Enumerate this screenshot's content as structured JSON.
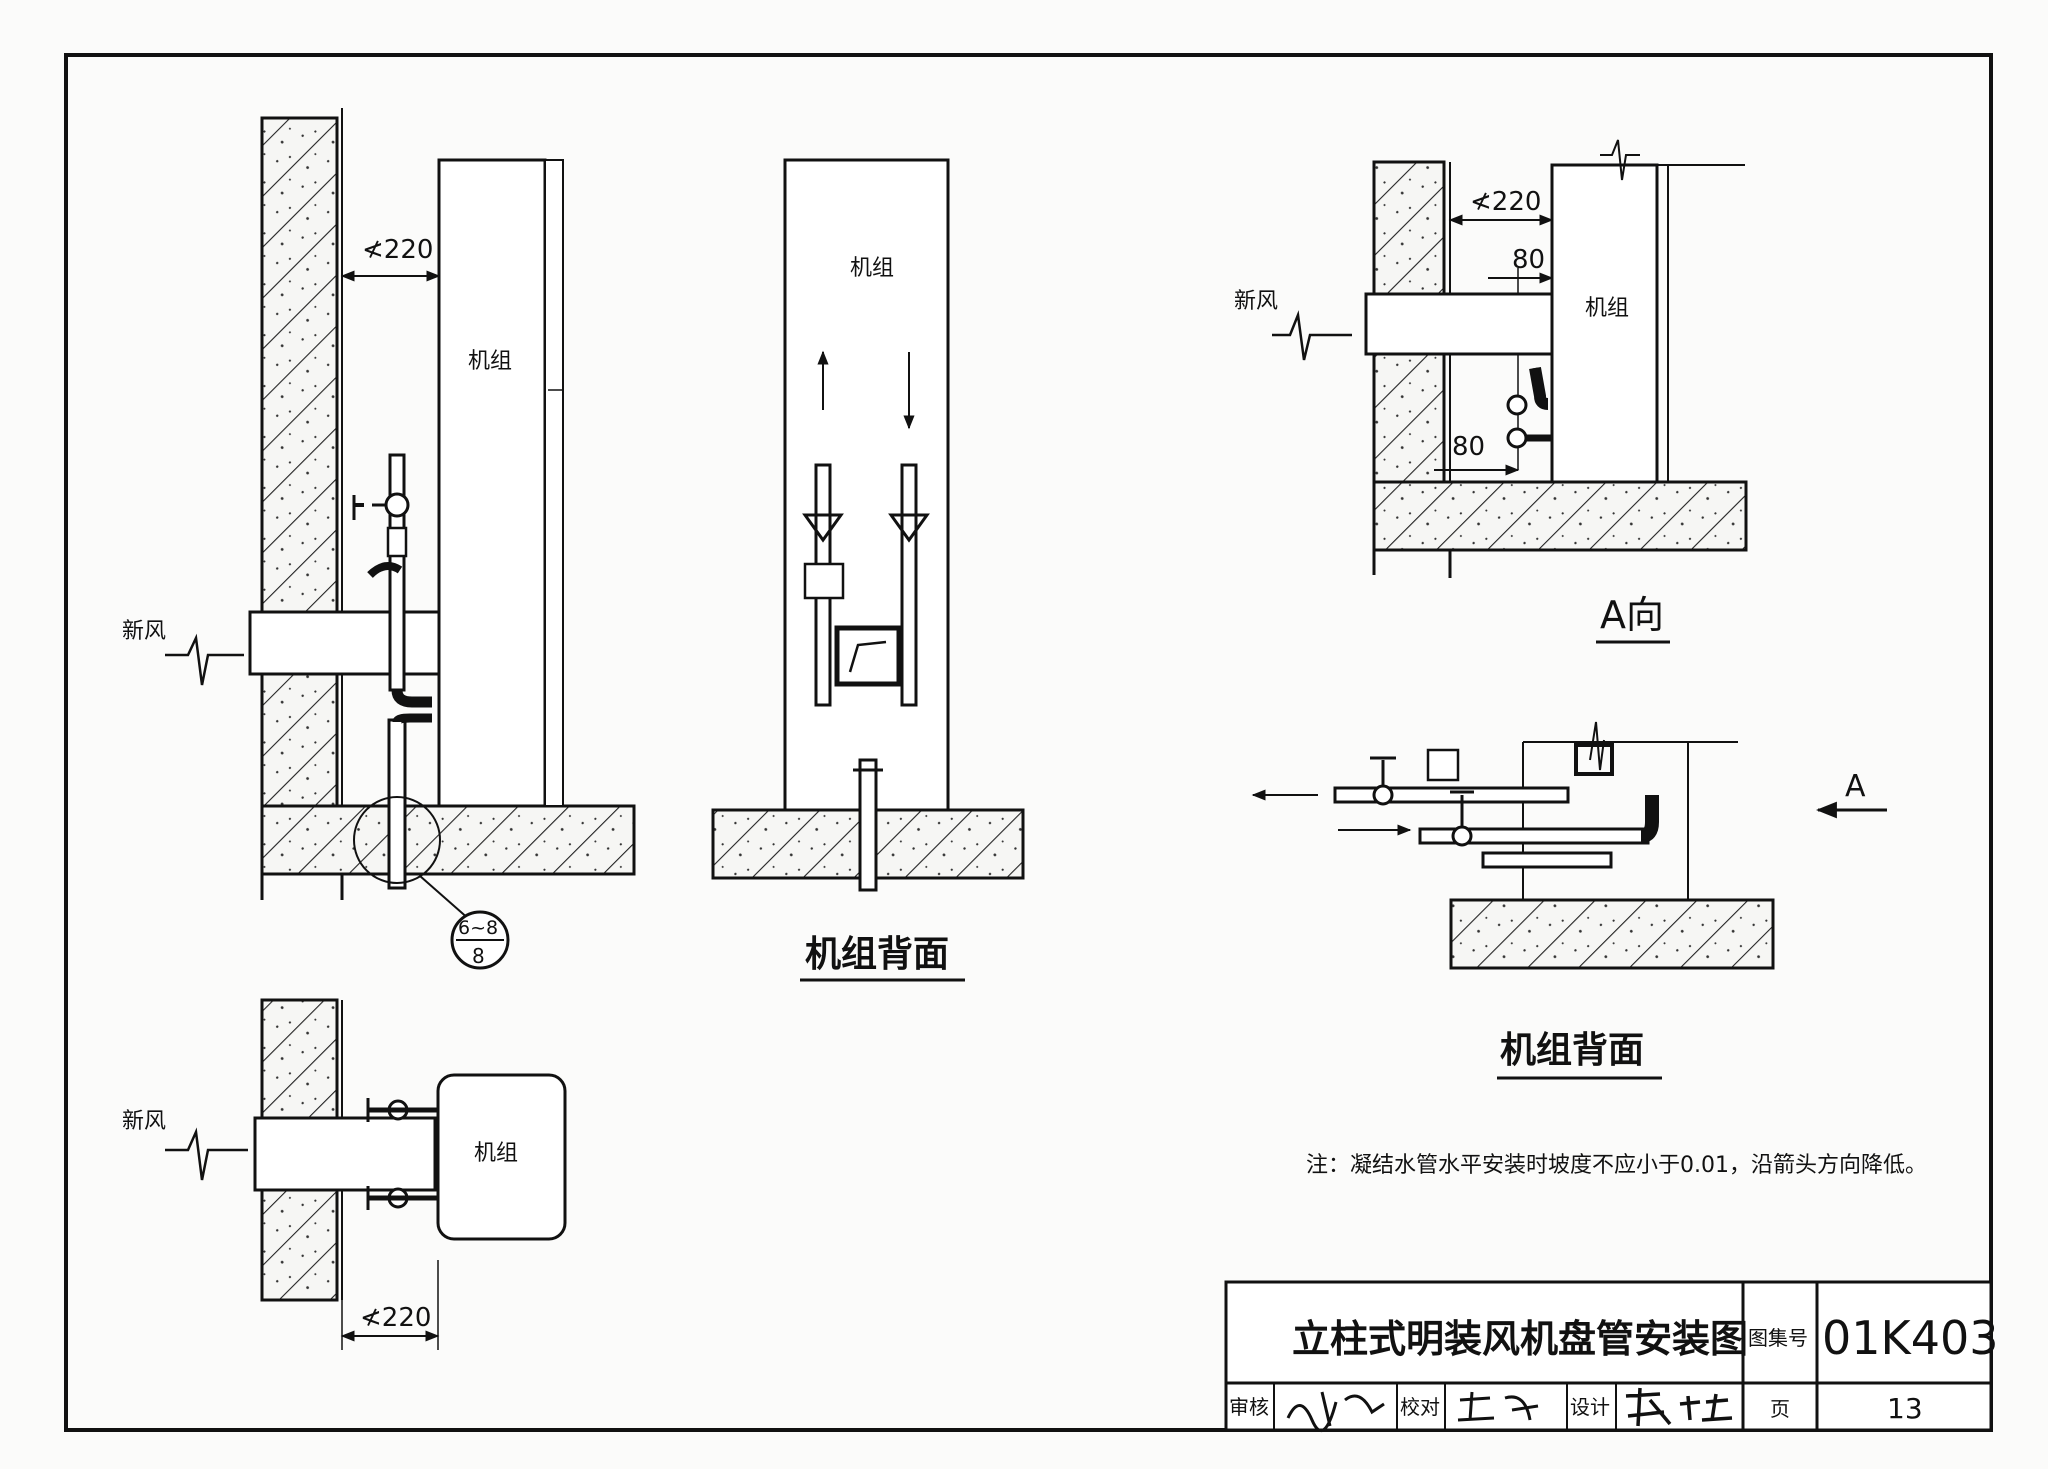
{
  "labels": {
    "unit": "机组",
    "fresh_air": "新风",
    "unit_back": "机组背面",
    "view_a": "A向",
    "arrow_a": "A",
    "dim_220": "≮220",
    "dim_80": "80",
    "detail_ref_top": "6~8",
    "detail_ref_bottom": "8"
  },
  "note": "注：凝结水管水平安装时坡度不应小于0.01，沿箭头方向降低。",
  "title_block": {
    "title": "立柱式明装风机盘管安装图",
    "atlas_label": "图集号",
    "atlas_no": "01K403",
    "review_label": "审核",
    "check_label": "校对",
    "design_label": "设计",
    "page_label": "页",
    "page_no": "13"
  },
  "signatures": [
    "审核 signature",
    "校对 signature",
    "设计 signature"
  ]
}
